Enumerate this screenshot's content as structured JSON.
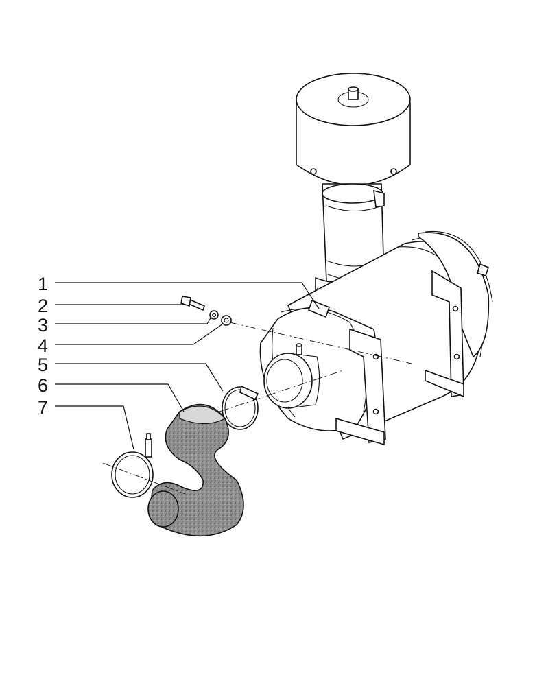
{
  "callouts": [
    {
      "number": "1",
      "part": "air-cleaner-assembly"
    },
    {
      "number": "2",
      "part": "bolt"
    },
    {
      "number": "3",
      "part": "washer"
    },
    {
      "number": "4",
      "part": "washer"
    },
    {
      "number": "5",
      "part": "hose-clamp"
    },
    {
      "number": "6",
      "part": "hose"
    },
    {
      "number": "7",
      "part": "hose-clamp"
    }
  ],
  "colors": {
    "line": "#111111",
    "background": "#ffffff",
    "hose_texture": "#9a9a9a"
  }
}
